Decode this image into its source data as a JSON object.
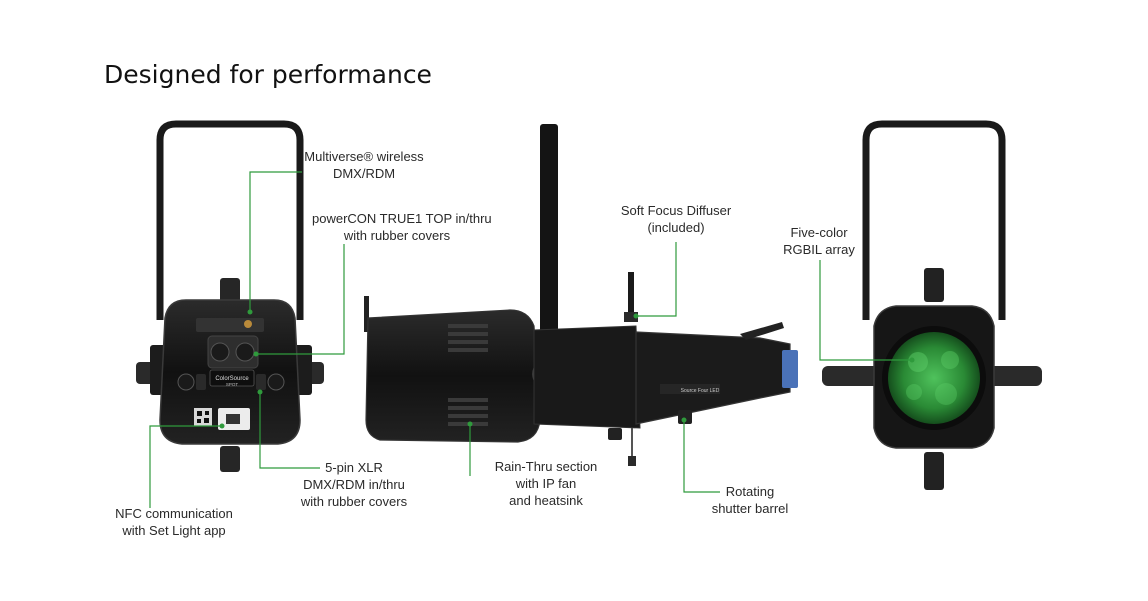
{
  "title": "Designed for performance",
  "colors": {
    "leader": "#2f9a3c",
    "fixture": "#151515",
    "lens_green": "#2f8f3a"
  },
  "callouts": {
    "multiverse": {
      "line1": "Multiverse® wireless",
      "line2": "DMX/RDM"
    },
    "powercon": {
      "line1": "powerCON TRUE1 TOP in/thru",
      "line2": "with rubber covers"
    },
    "nfc": {
      "line1": "NFC communication",
      "line2": "with Set Light app"
    },
    "xlr": {
      "line1": "5-pin XLR",
      "line2": "DMX/RDM in/thru",
      "line3": "with rubber covers"
    },
    "soft_focus": {
      "line1": "Soft Focus Diffuser",
      "line2": "(included)"
    },
    "rain_thru": {
      "line1": "Rain-Thru section",
      "line2": "with IP fan",
      "line3": "and heatsink"
    },
    "rotating": {
      "line1": "Rotating",
      "line2": "shutter barrel"
    },
    "five_color": {
      "line1": "Five-color",
      "line2": "RGBIL array"
    }
  },
  "fixture_labels": {
    "rear_brand": "ColorSource",
    "rear_model": "SPOT",
    "side_brand": "Source Four LED"
  }
}
